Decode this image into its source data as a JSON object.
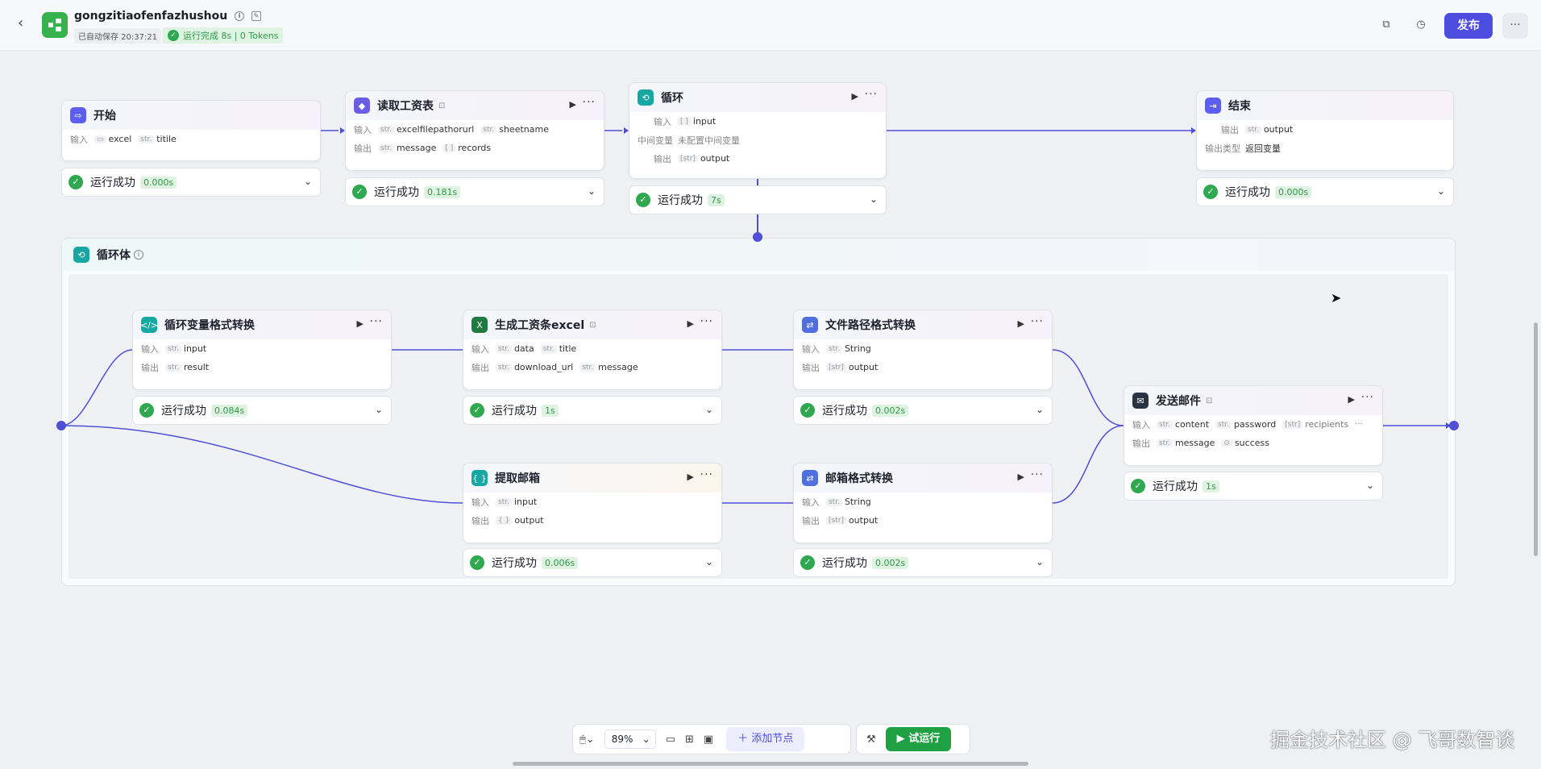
{
  "header": {
    "title": "gongzitiaofenfazhushou",
    "autosave": "已自动保存 20:37:21",
    "run_status": "运行完成 8s | 0 Tokens",
    "publish_label": "发布",
    "more_label": "···"
  },
  "labels": {
    "input": "输入",
    "output": "输出",
    "middle_var": "中间变量",
    "output_type": "输出类型",
    "run_success": "运行成功",
    "type_str": "str.",
    "type_arr": "[ ]",
    "type_obj": "{ }",
    "type_list": "[str]",
    "type_bool": "⊙"
  },
  "nodes": {
    "start": {
      "title": "开始",
      "inputs": [
        "excel",
        "titile"
      ],
      "duration": "0.000s"
    },
    "read_salary": {
      "title": "读取工资表",
      "inputs": [
        "excelfilepathorurl",
        "sheetname"
      ],
      "outputs": [
        "message",
        "records"
      ],
      "duration": "0.181s"
    },
    "loop": {
      "title": "循环",
      "inputs": [
        "input"
      ],
      "middle": "未配置中间变量",
      "outputs": [
        "output"
      ],
      "duration": "7s"
    },
    "end": {
      "title": "结束",
      "outputs": [
        "output"
      ],
      "output_type": "返回变量",
      "duration": "0.000s"
    },
    "loop_body": {
      "title": "循环体"
    },
    "var_convert": {
      "title": "循环变量格式转换",
      "inputs": [
        "input"
      ],
      "outputs": [
        "result"
      ],
      "duration": "0.084s"
    },
    "gen_excel": {
      "title": "生成工资条excel",
      "inputs": [
        "data",
        "title"
      ],
      "outputs": [
        "download_url",
        "message"
      ],
      "duration": "1s"
    },
    "path_convert": {
      "title": "文件路径格式转换",
      "inputs": [
        "String"
      ],
      "outputs": [
        "output"
      ],
      "duration": "0.002s"
    },
    "send_mail": {
      "title": "发送邮件",
      "inputs": [
        "content",
        "password",
        "recipients"
      ],
      "outputs": [
        "message",
        "success"
      ],
      "duration": "1s"
    },
    "extract_email": {
      "title": "提取邮箱",
      "inputs": [
        "input"
      ],
      "outputs": [
        "output"
      ],
      "duration": "0.006s"
    },
    "email_convert": {
      "title": "邮箱格式转换",
      "inputs": [
        "String"
      ],
      "outputs": [
        "output"
      ],
      "duration": "0.002s"
    }
  },
  "toolbar": {
    "zoom": "89%",
    "add_node": "添加节点",
    "trial_run": "试运行"
  },
  "watermark": "掘金技术社区 @ 飞哥数智谈",
  "colors": {
    "accent": "#4c4cdf",
    "success": "#2fa84f",
    "edge": "#4f4fd6"
  }
}
